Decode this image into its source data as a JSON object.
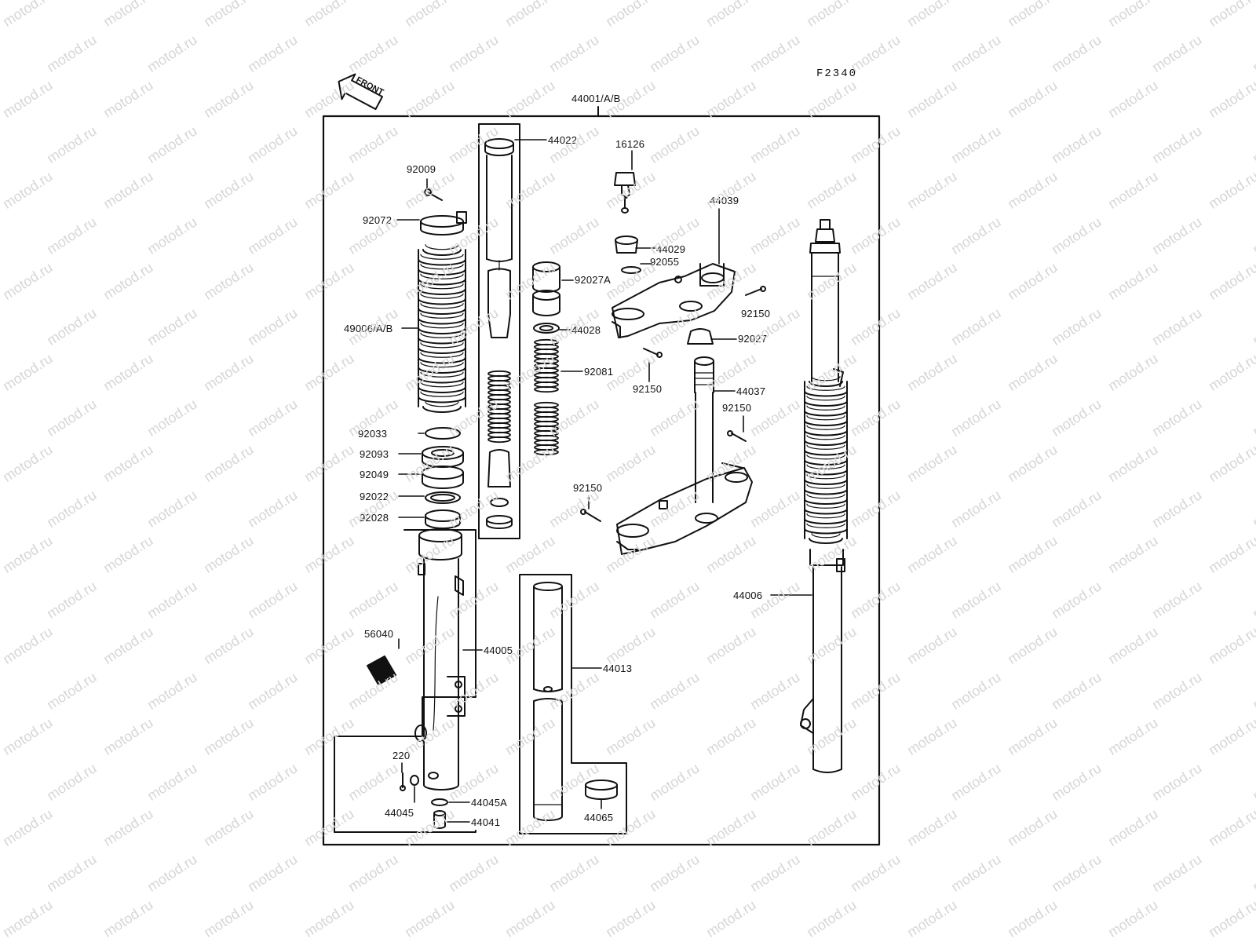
{
  "diagram": {
    "code": "F2340",
    "front": "FRONT",
    "watermark": "motod.ru",
    "labels": {
      "assy": "44001/A/B",
      "p44022": "44022",
      "p16126": "16126",
      "p92009": "92009",
      "p92072": "92072",
      "p44039": "44039",
      "p44029": "44029",
      "p92055": "92055",
      "p92027A": "92027A",
      "p92150a": "92150",
      "p49006": "49006/A/B",
      "p44028": "44028",
      "p92027": "92027",
      "p92081": "92081",
      "p92150b": "92150",
      "p44037": "44037",
      "p92150c": "92150",
      "p92033": "92033",
      "p92093": "92093",
      "p92049": "92049",
      "p92022": "92022",
      "p92028": "92028",
      "p92150d": "92150",
      "p44006": "44006",
      "p56040": "56040",
      "p44005": "44005",
      "p44013": "44013",
      "p220": "220",
      "p44045A": "44045A",
      "p44045": "44045",
      "p44041": "44041",
      "p44065": "44065"
    }
  }
}
